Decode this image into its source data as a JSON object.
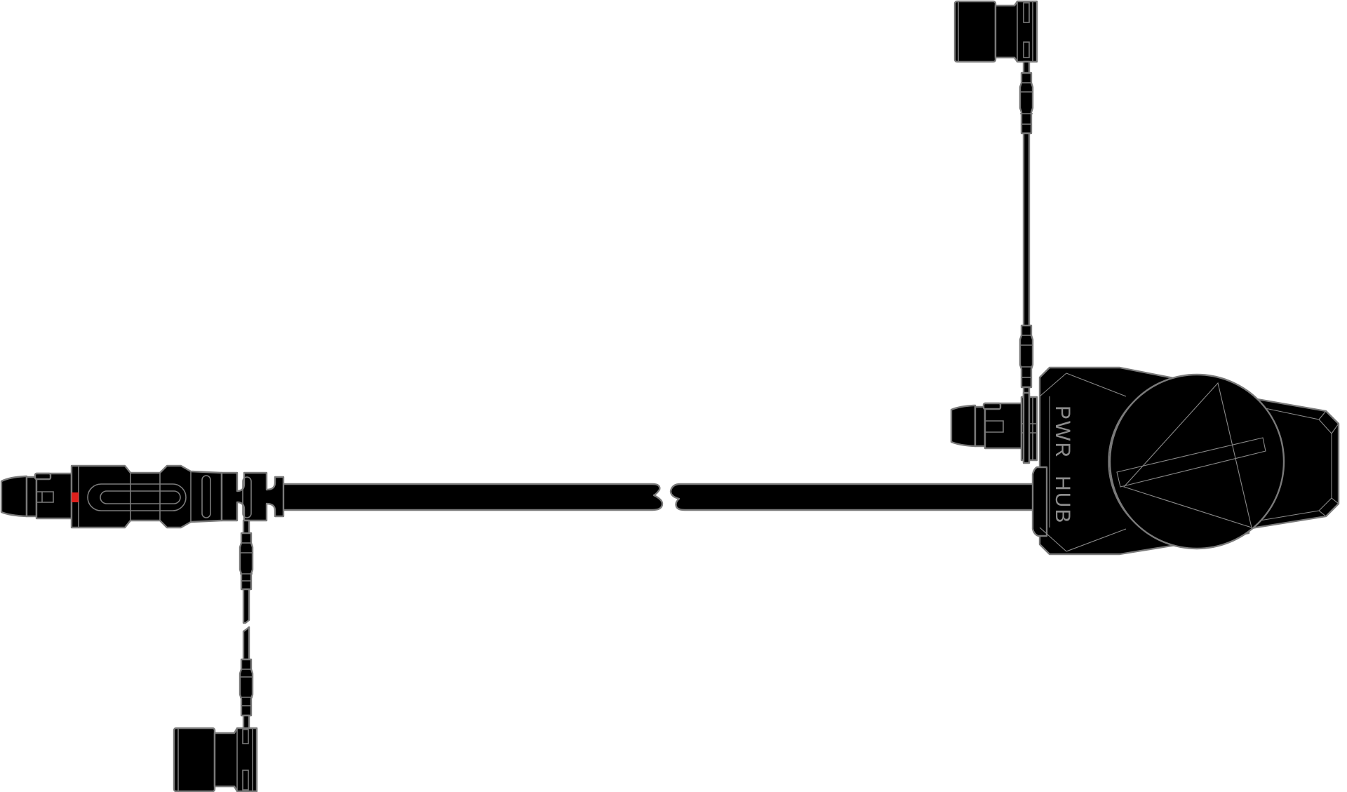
{
  "diagram": {
    "title": "",
    "background": "#ffffff",
    "colors": {
      "body": "#000000",
      "outline": "#7a7a7a",
      "label": "#8c8c8c",
      "indicator": "#e0201c"
    },
    "hub": {
      "label_line1": "PWR",
      "label_line2": "HUB"
    },
    "components": [
      {
        "id": "left-input-connector",
        "description": "Input connector with red indicator dot"
      },
      {
        "id": "main-cable",
        "description": "Main cable with break symbol (length not to scale)"
      },
      {
        "id": "left-branch-cable",
        "description": "Branch cable down to D-tap style connector"
      },
      {
        "id": "left-branch-connector",
        "description": "Bottom-left output connector"
      },
      {
        "id": "top-branch-cable",
        "description": "Branch cable up from hub"
      },
      {
        "id": "top-branch-connector",
        "description": "Top-right output connector"
      },
      {
        "id": "hub-side-connector",
        "description": "Connector on hub left side"
      },
      {
        "id": "power-hub",
        "description": "PWR HUB housing with rotary dial"
      }
    ]
  }
}
